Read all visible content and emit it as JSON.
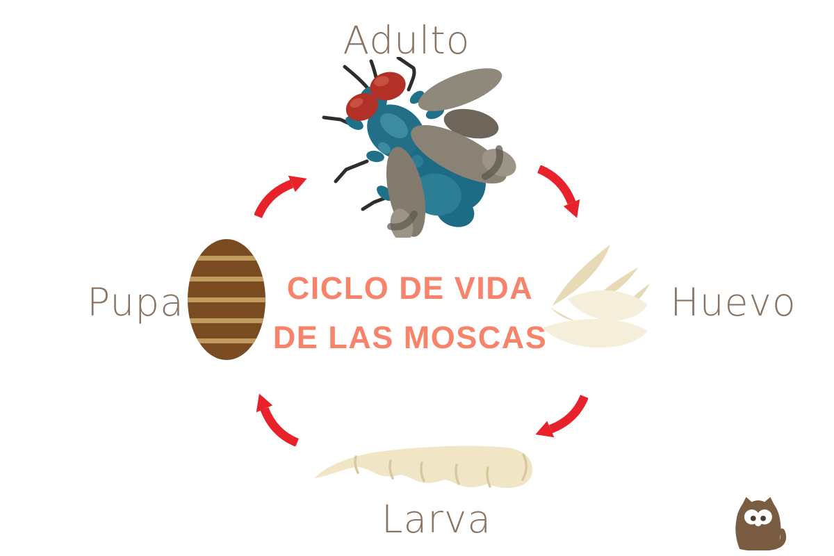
{
  "image_type": "life-cycle-infographic",
  "language": "es",
  "title": {
    "line1": "CICLO DE VIDA",
    "line2": "DE LAS MOSCAS"
  },
  "cycle": {
    "direction": "clockwise",
    "stages": [
      {
        "label": "Adulto",
        "position": "top",
        "illustration": "adult-fly"
      },
      {
        "label": "Huevo",
        "position": "right",
        "illustration": "egg-cluster"
      },
      {
        "label": "Larva",
        "position": "bottom",
        "illustration": "maggot-larva"
      },
      {
        "label": "Pupa",
        "position": "left",
        "illustration": "striped-pupa-casing"
      }
    ]
  },
  "colors": {
    "background": "#ffffff",
    "title_text": "#f6836a",
    "stage_label_text": "#8a7463",
    "arrow_red": "#e7222a",
    "fly_body_teal": "#1f7089",
    "fly_eye_red": "#b13129",
    "fly_wing_gray": "#8a8275",
    "egg_beige": "#e8dab5",
    "egg_cream": "#f4eedb",
    "larva_cream": "#f0e6c6",
    "pupa_brown": "#7a4a20",
    "pupa_stripe_tan": "#c19a5d",
    "logo_brown": "#7a5c43"
  },
  "logo": {
    "name": "cat-mascot",
    "position": "bottom-right"
  }
}
